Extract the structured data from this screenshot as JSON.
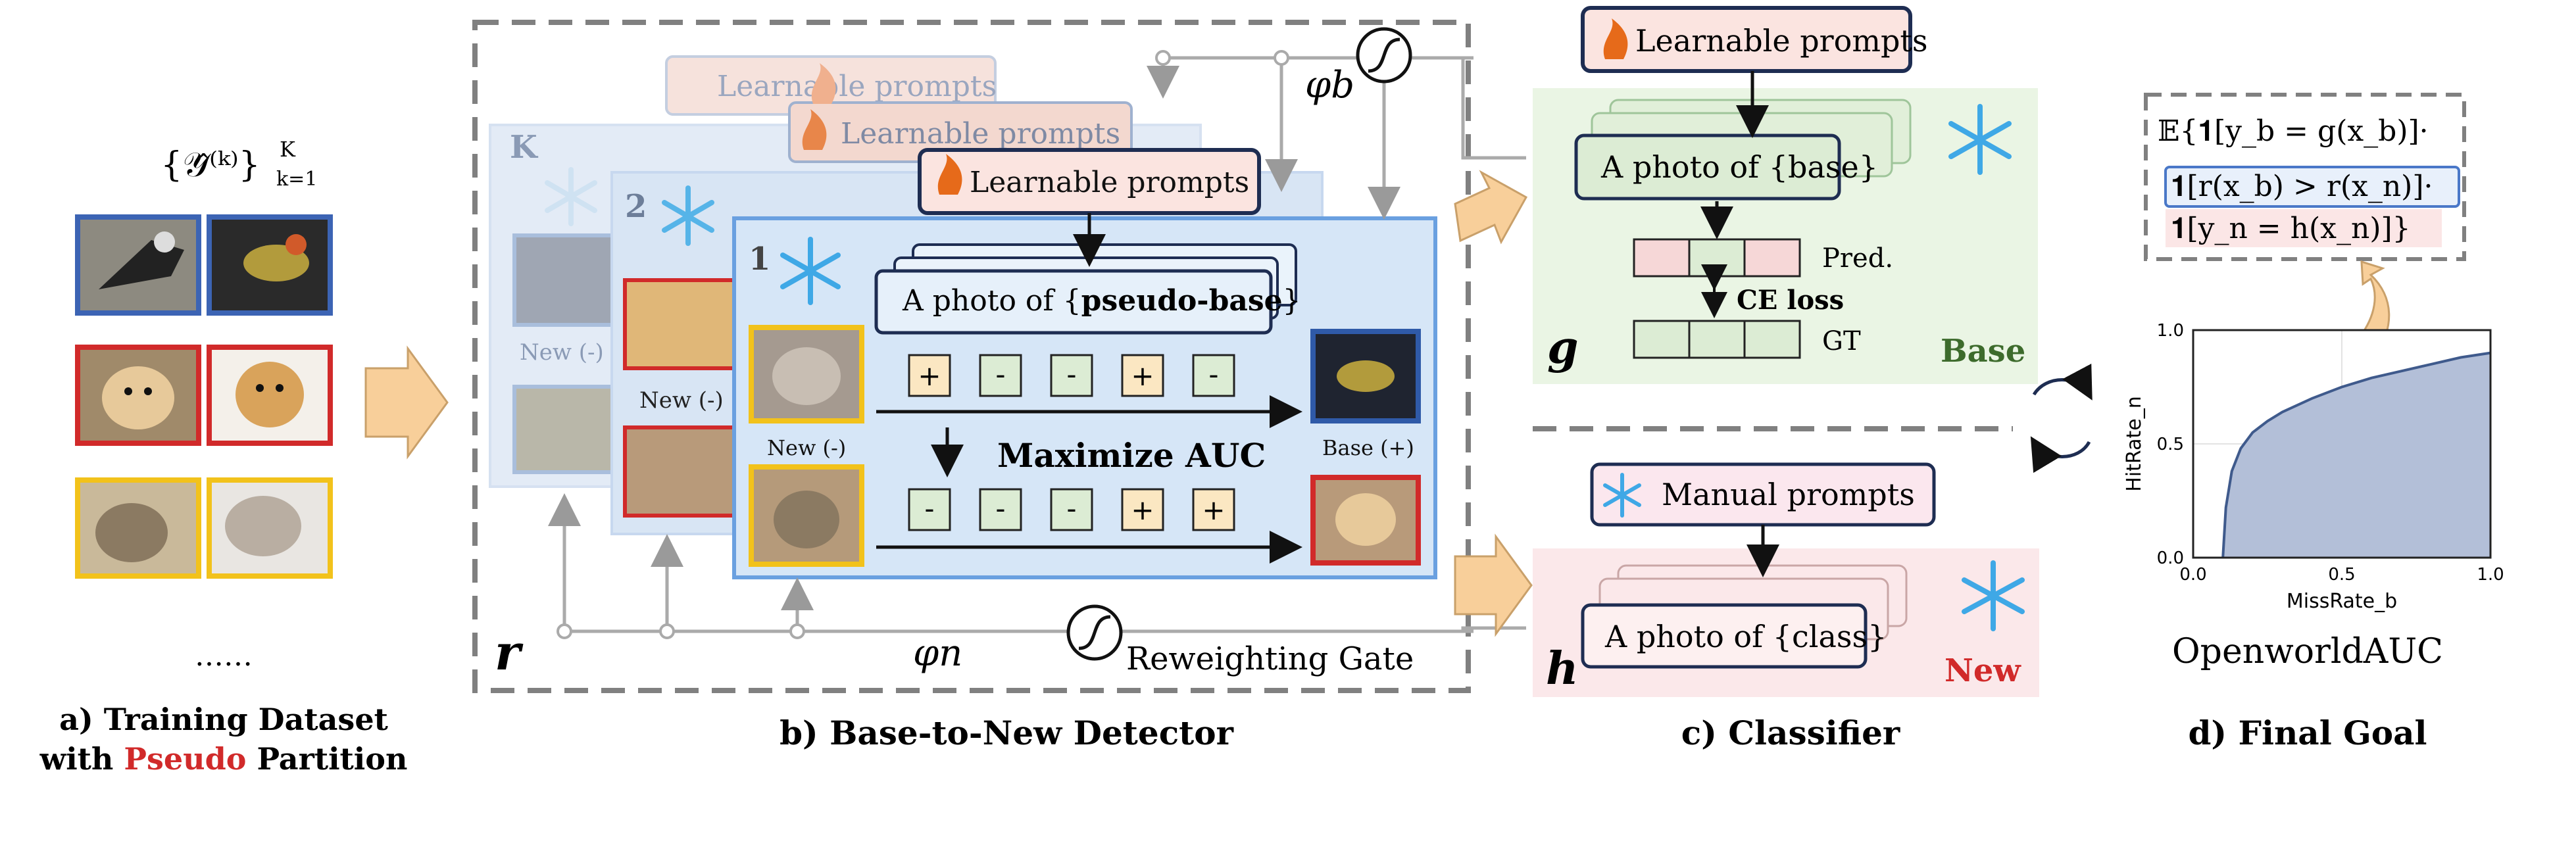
{
  "panel_a": {
    "set_notation": "{𝒴̂⁽ᵏ⁾}",
    "set_sub": "k=1",
    "set_sup": "K",
    "ellipsis": "……",
    "caption_prefix": "a)",
    "caption_line1": "Training Dataset",
    "caption_line2_pre": "with",
    "caption_line2_red": "Pseudo",
    "caption_line2_post": "Partition"
  },
  "panel_b": {
    "stack_labels": [
      "K",
      "2",
      "1"
    ],
    "prompt_label": "Learnable prompts",
    "template_prefix": "A photo of {",
    "template_bold": "pseudo-base",
    "template_suffix": "}",
    "new_neg": "New (-)",
    "base_pos": "Base (+)",
    "objective": "Maximize AUC",
    "row1_signs": [
      "+",
      "-",
      "-",
      "+",
      "-"
    ],
    "row2_signs": [
      "-",
      "-",
      "-",
      "+",
      "+"
    ],
    "phi_b": "φb",
    "phi_n": "φn",
    "gate_label": "Reweighting Gate",
    "r_symbol": "r",
    "caption": "b) Base-to-New Detector"
  },
  "panel_c": {
    "learnable_prompts": "Learnable prompts",
    "base_template": "A photo of {base}",
    "pred": "Pred.",
    "loss": "CE loss",
    "gt": "GT",
    "g_symbol": "g",
    "base_word": "Base",
    "manual_prompts": "Manual prompts",
    "class_template": "A photo of {class}",
    "h_symbol": "h",
    "new_word": "New",
    "caption": "c) Classifier"
  },
  "panel_d": {
    "formula_line1": "𝔼{𝟏[y_b = g(x_b)]·",
    "formula_line2": "𝟏[r(x_b) > r(x_n)]·",
    "formula_line3": "𝟏[y_n = h(x_n)]}",
    "title": "OpenworldAUC",
    "caption": "d) Final Goal",
    "colors": {
      "fill": "#b3bfd8",
      "curve": "#3f5a8c",
      "accent_blue": "#4a78c8",
      "accent_red": "#d12a2a"
    }
  },
  "chart_data": {
    "type": "area",
    "title": "",
    "xlabel": "MissRate_b",
    "ylabel": "HitRate_n",
    "xlim": [
      0,
      1
    ],
    "ylim": [
      0,
      1
    ],
    "xticks": [
      "0.0",
      "0.5",
      "1.0"
    ],
    "yticks": [
      "0.0",
      "0.5",
      "1.0"
    ],
    "grid": true,
    "x": [
      0.1,
      0.11,
      0.13,
      0.16,
      0.2,
      0.25,
      0.3,
      0.4,
      0.5,
      0.6,
      0.7,
      0.8,
      0.9,
      1.0
    ],
    "y": [
      0.0,
      0.22,
      0.38,
      0.48,
      0.55,
      0.6,
      0.64,
      0.7,
      0.75,
      0.79,
      0.82,
      0.85,
      0.88,
      0.9
    ]
  }
}
